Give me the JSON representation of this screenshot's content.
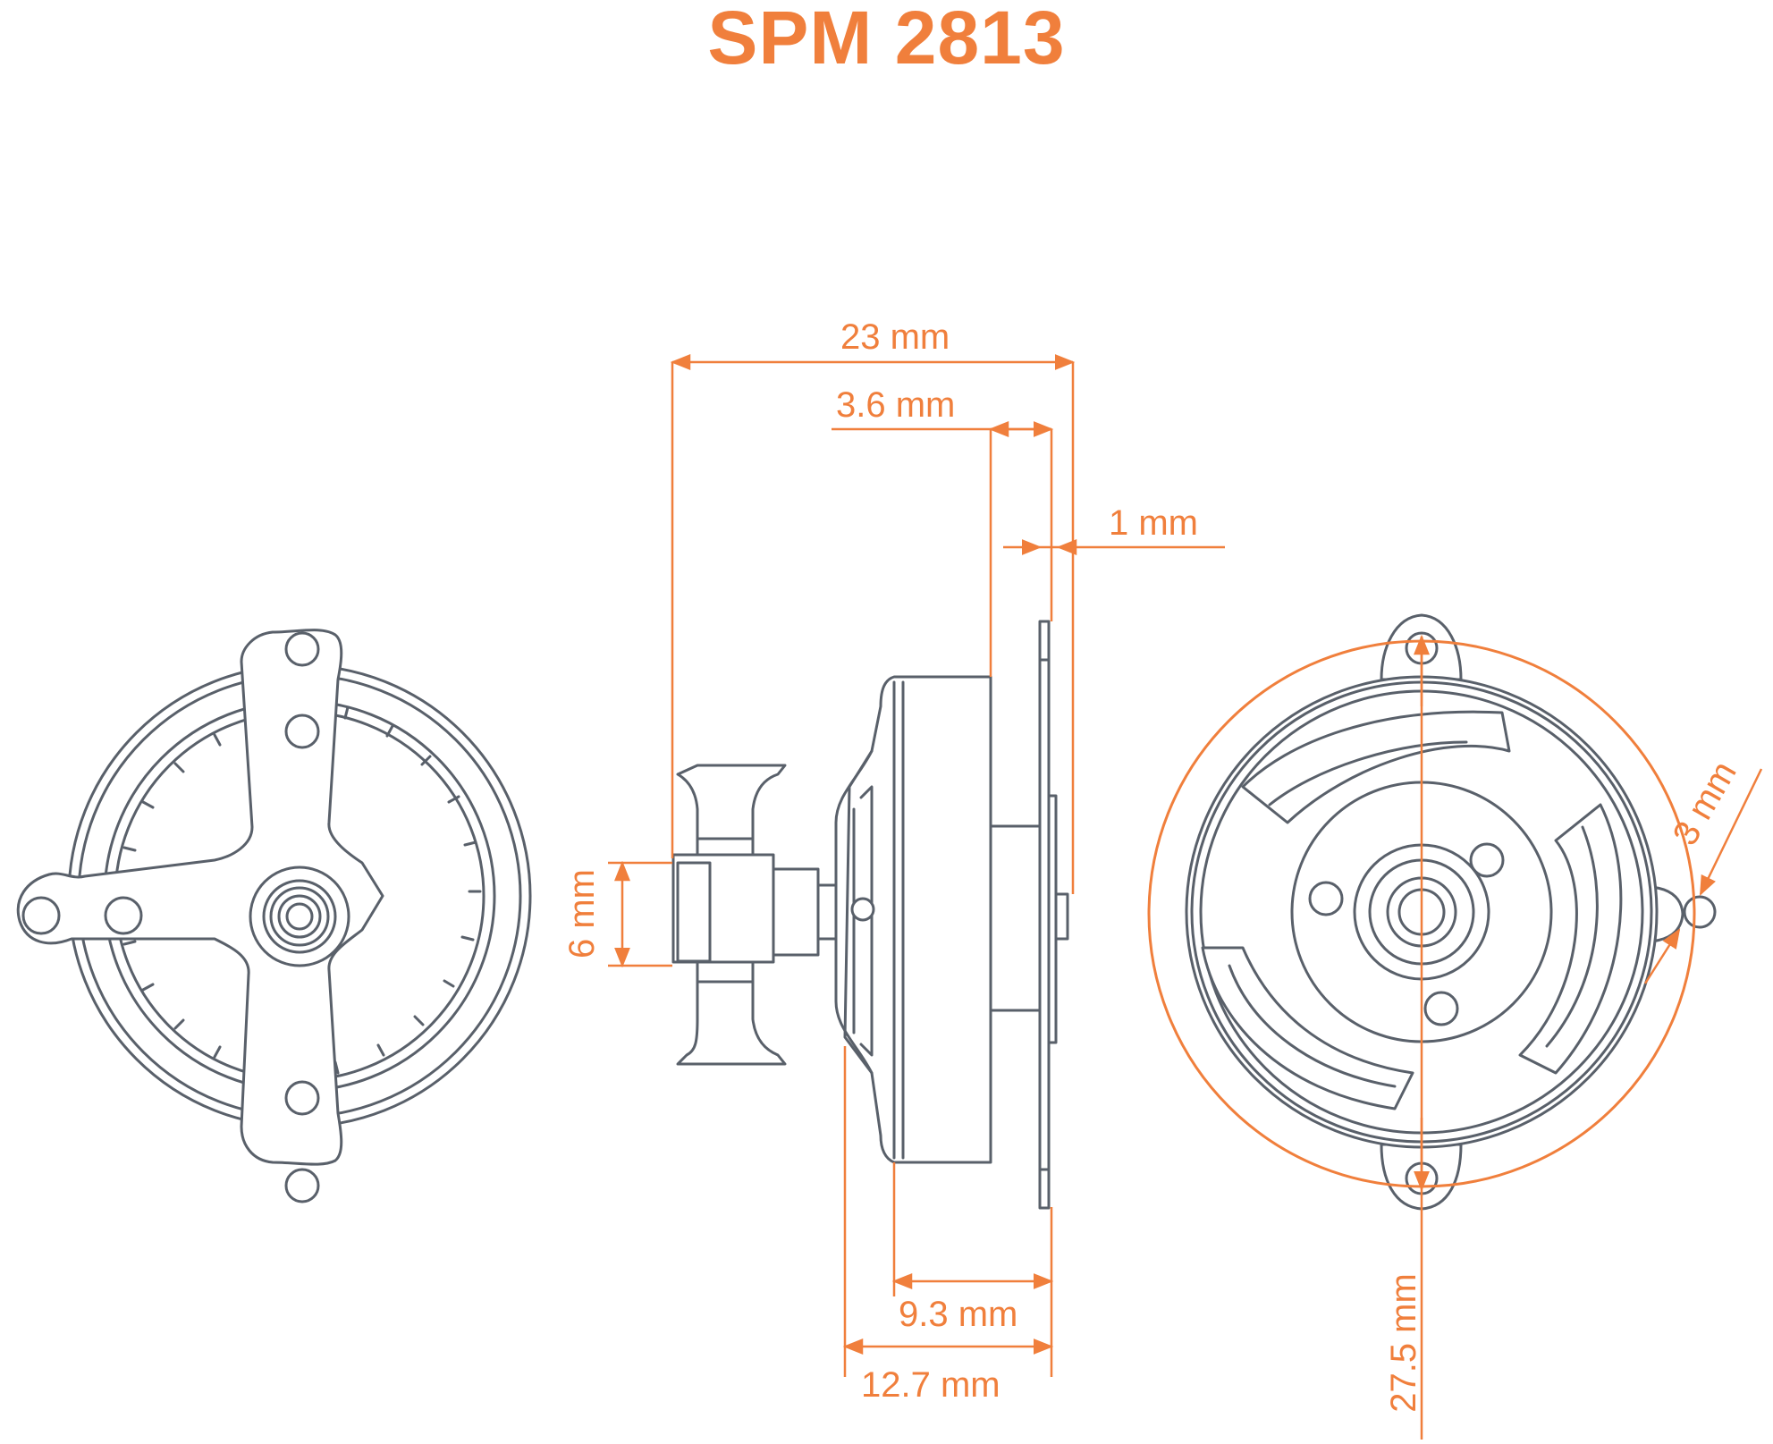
{
  "title": "SPM 2813",
  "accent_color": "#f07f3c",
  "line_color": "#59606a",
  "dimensions": {
    "overall_length": "23 mm",
    "shaft_extension": "3.6 mm",
    "mount_thickness": "1 mm",
    "shaft_diameter": "6 mm",
    "body_length": "9.3 mm",
    "can_length": "12.7 mm",
    "mount_hole_spacing": "27.5 mm",
    "mount_hole_diameter": "3 mm"
  }
}
